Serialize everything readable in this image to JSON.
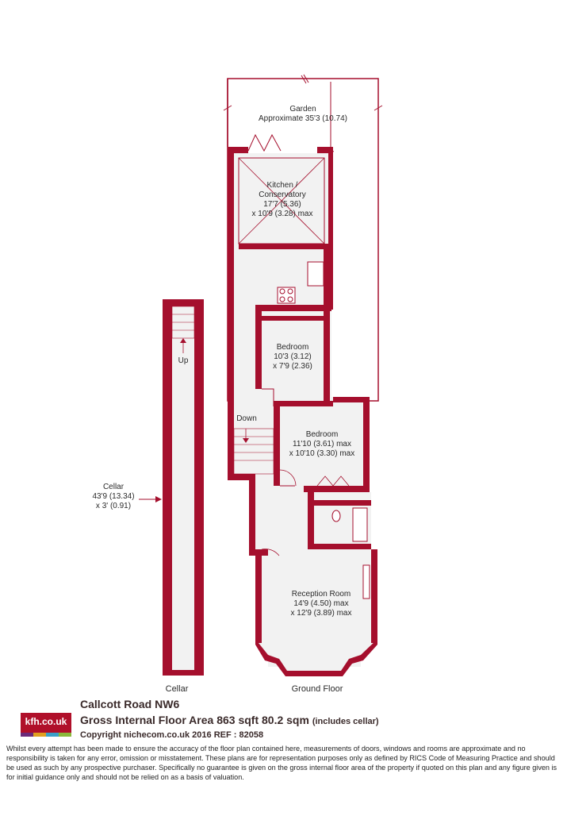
{
  "colors": {
    "wall": "#a50f2d",
    "floor": "#f2f2f2",
    "text": "#2a2a2a",
    "brand": "#b0102a"
  },
  "rooms": {
    "garden": {
      "name": "Garden",
      "size": "Approximate 35'3 (10.74)"
    },
    "kitchen": {
      "name": "Kitchen /",
      "name2": "Conservatory",
      "dim1": "17'7 (5.36)",
      "dim2": "x 10'9 (3.28) max"
    },
    "bedroom1": {
      "name": "Bedroom",
      "dim1": "10'3 (3.12)",
      "dim2": "x 7'9 (2.36)"
    },
    "bedroom2": {
      "name": "Bedroom",
      "dim1": "11'10 (3.61) max",
      "dim2": "x 10'10 (3.30) max"
    },
    "reception": {
      "name": "Reception Room",
      "dim1": "14'9 (4.50) max",
      "dim2": "x 12'9 (3.89) max"
    },
    "cellar": {
      "name": "Cellar",
      "dim1": "43'9 (13.34)",
      "dim2": "x 3' (0.91)"
    }
  },
  "stairs": {
    "up": "Up",
    "down": "Down"
  },
  "floor_labels": {
    "cellar": "Cellar",
    "ground": "Ground Floor"
  },
  "footer": {
    "logo": "kfh.co.uk",
    "logo_colors": [
      "#6b2a7a",
      "#e0a020",
      "#3aa0c8",
      "#8ab83a"
    ],
    "address": "Callcott Road  NW6",
    "area": "Gross Internal Floor Area 863 sqft 80.2 sqm",
    "area_note": "(includes cellar)",
    "copyright": "Copyright nichecom.co.uk 2016 REF : 82058",
    "disclaimer": "Whilst every attempt has been made to ensure the accuracy of the floor plan contained here, measurements of doors, windows and rooms are approximate and no responsibility is taken for any error, omission or misstatement.  These plans are for representation purposes only as defined by RICS Code of Measuring Practice and should be used as such by any prospective purchaser.  Specifically no guarantee is given on the gross internal floor area of the property if quoted on this plan and any figure given is for initial guidance only and should not be relied on as a basis of valuation."
  }
}
